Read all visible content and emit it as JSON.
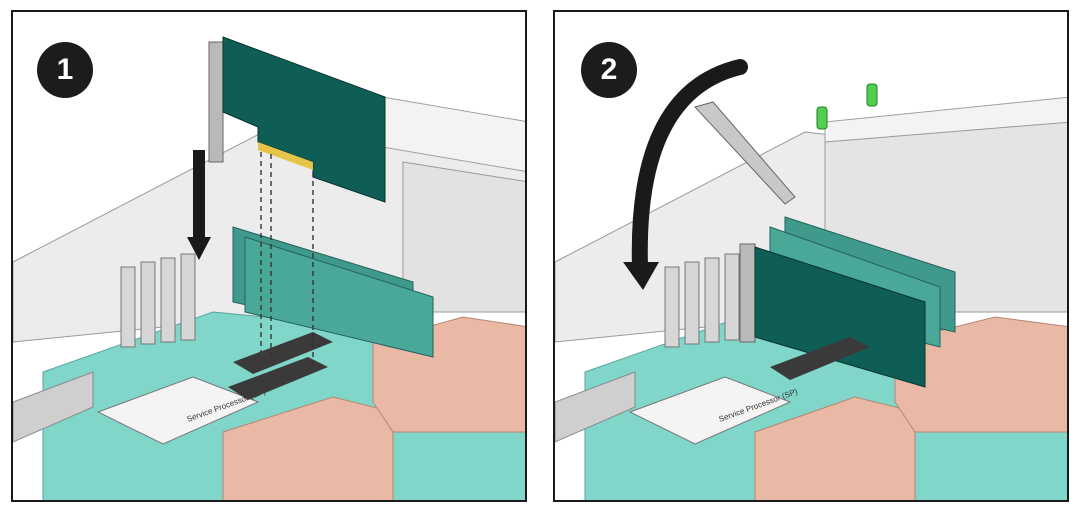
{
  "steps": [
    {
      "number": "1",
      "chip_label": "Service Processor (SP)"
    },
    {
      "number": "2",
      "chip_label": "Service Processor (SP)"
    }
  ],
  "colors": {
    "pcb_green": "#0f5e55",
    "pcb_green_light": "#3f9a8c",
    "motherboard": "#7fd6c9",
    "heatsink": "#e9b9a6",
    "chassis": "#dcdcdc",
    "latch_green": "#4fd04f",
    "gold_contacts": "#e6c44a"
  }
}
